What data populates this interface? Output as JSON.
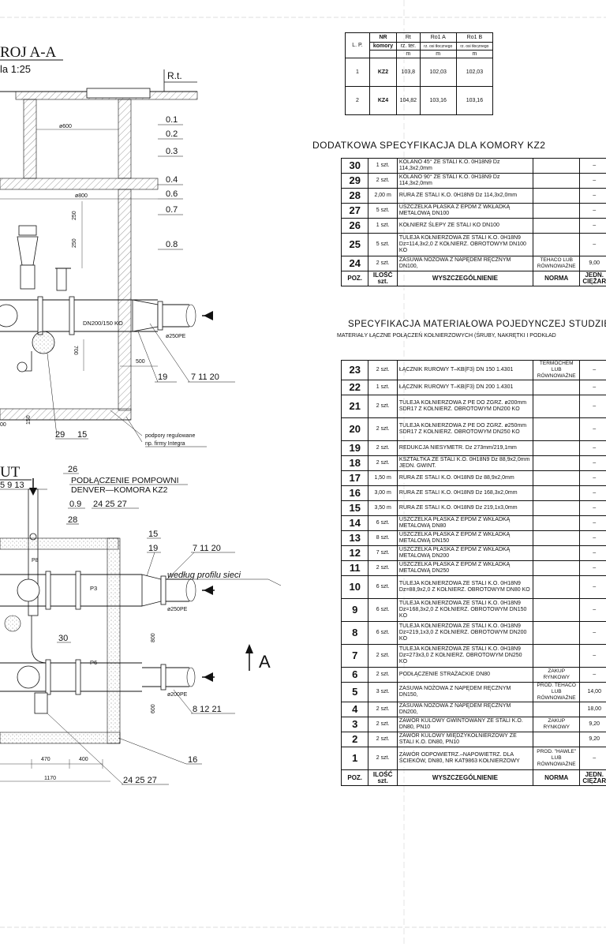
{
  "drawing": {
    "section_title": "ROJ A-A",
    "scale_label": "la 1:25",
    "rt_label": "R.t.",
    "plan_title": "UT",
    "section_mark": "A",
    "dim_d600": "ø600",
    "dim_d800": "ø800",
    "dim_250a": "250",
    "dim_250b": "250",
    "dim_500": "500",
    "dim_700": "700",
    "dim_150": "150",
    "dim_00": "00",
    "pipe_dn": "DN200/150 KO",
    "pe250": "ø250PE",
    "pe250b": "ø250PE",
    "pe200": "ø200PE",
    "dim_800": "800",
    "dim_600": "600",
    "dim_470": "470",
    "dim_400": "400",
    "dim_1170": "1170",
    "p3": "P3",
    "p6": "P6",
    "p8": "P8",
    "levels": [
      "0.1",
      "0.2",
      "0.3",
      "0.4",
      "0.6",
      "0.7",
      "0.8"
    ],
    "callouts": {
      "c19": "19",
      "c7_11_20": "7 11 20",
      "c29": "29",
      "c15": "15",
      "c26": "26",
      "c5_9_13": "5 9 13",
      "c09": "0.9",
      "c24_25_27": "24 25 27",
      "c28": "28",
      "c15b": "15",
      "c19b": "19",
      "c7_11_20b": "7 11 20",
      "c30": "30",
      "c8_12_21": "8 12 21",
      "c16": "16",
      "c24_25_27b": "24 25 27"
    },
    "supports_note": "podpory regulowane",
    "supports_note2": "np. firmy Integra",
    "pump_conn": "PODŁĄCZENIE POMPOWNI",
    "pump_conn2": "DENVER—KOMORA KZ2",
    "profile_note": "według profilu sieci"
  },
  "nr_table": {
    "h_lp": "L. P.",
    "h_nr": "NR",
    "h_nr2": "komory",
    "h_rt": "Rt",
    "h_rt2": "rz. ter.",
    "h_roa": "Ro1 A",
    "h_roa2": "rz. osi tłocznego",
    "h_rob": "Ro1 B",
    "h_rob2": "rz. osi tłocznego",
    "unit": "m",
    "rows": [
      {
        "lp": "1",
        "nr": "KZ2",
        "rt": "103,8",
        "a": "102,03",
        "b": "102,03"
      },
      {
        "lp": "2",
        "nr": "KZ4",
        "rt": "104,82",
        "a": "103,16",
        "b": "103,16"
      }
    ]
  },
  "spec1": {
    "title": "DODATKOWA SPECYFIKACJA DLA KOMORY KZ2",
    "rows": [
      {
        "pos": "30",
        "qty": "1 szt.",
        "desc": "KOLANO 45° ZE STALI K.O. 0H18N9 Dz 114,3x2,0mm",
        "norm": "",
        "wt": "–"
      },
      {
        "pos": "29",
        "qty": "2 szt.",
        "desc": "KOLANO 90° ZE STALI K.O. 0H18N9 Dz 114,3x2,0mm",
        "norm": "",
        "wt": "–"
      },
      {
        "pos": "28",
        "qty": "2,00 m",
        "desc": "RURA ZE STALI K.O. 0H18N9 Dz 114,3x2,0mm",
        "norm": "",
        "wt": "–"
      },
      {
        "pos": "27",
        "qty": "5 szt.",
        "desc": "USZCZELKA PŁASKA Z EPDM Z WKŁADKĄ METALOWĄ DN100",
        "norm": "",
        "wt": "–"
      },
      {
        "pos": "26",
        "qty": "1 szt.",
        "desc": "KOŁNIERZ ŚLEPY ZE STALI KO DN100",
        "norm": "",
        "wt": "–"
      },
      {
        "pos": "25",
        "qty": "5 szt.",
        "desc": "TULEJA KOŁNIERZOWA ZE STALI K.O. 0H18N9 Dz=114,3x2,0 Z KOŁNIERZ. OBROTOWYM DN100 KO",
        "norm": "",
        "wt": "–"
      },
      {
        "pos": "24",
        "qty": "2 szt.",
        "desc": "ZASUWA NOŻOWA Z NAPĘDEM RĘCZNYM DN100,",
        "norm": "TEHACO LUB RÓWNOWAŻNE",
        "wt": "9,00"
      }
    ],
    "footer": {
      "pos": "POZ.",
      "qty": "ILOŚĆ szt.",
      "desc": "WYSZCZEGÓLNIENIE",
      "norm": "NORMA",
      "wt": "JEDN. CIĘŻAR"
    }
  },
  "spec2": {
    "title": "SPECYFIKACJA MATERIAŁOWA POJEDYNCZEJ STUDZIE",
    "subtitle": "MATERIAŁY ŁĄCZNE POŁĄCZEŃ KOŁNIERZOWYCH (ŚRUBY, NAKRĘTKI I PODKŁAD",
    "rows": [
      {
        "pos": "23",
        "qty": "2 szt.",
        "desc": "ŁĄCZNIK RUROWY T–KB(F3) DN 150 1.4301",
        "norm": "TERMOCHEM LUB RÓWNOWAŻNE",
        "wt": "–"
      },
      {
        "pos": "22",
        "qty": "1 szt.",
        "desc": "ŁĄCZNIK RUROWY T–KB(F3) DN 200 1.4301",
        "norm": "",
        "wt": "–"
      },
      {
        "pos": "21",
        "qty": "2 szt.",
        "desc": "TULEJA KOŁNIERZOWA Z PE DO ZGRZ. ø200mm SDR17 Z KOŁNIERZ. OBROTOWYM DN200 KO",
        "norm": "",
        "wt": "–"
      },
      {
        "pos": "20",
        "qty": "2 szt.",
        "desc": "TULEJA KOŁNIERZOWA Z PE DO ZGRZ. ø250mm SDR17 Z KOŁNIERZ. OBROTOWYM DN250 KO",
        "norm": "",
        "wt": "–"
      },
      {
        "pos": "19",
        "qty": "2 szt.",
        "desc": "REDUKCJA NIESYMETR. Dz 273mm/219,1mm",
        "norm": "",
        "wt": "–"
      },
      {
        "pos": "18",
        "qty": "2 szt.",
        "desc": "KSZTAŁTKA ZE STALI K.O. 0H18N9 Dz 88,9x2,0mm JEDN. GWINT.",
        "norm": "",
        "wt": "–"
      },
      {
        "pos": "17",
        "qty": "1,50 m",
        "desc": "RURA ZE STALI K.O. 0H18N9 Dz 88,9x2,0mm",
        "norm": "",
        "wt": "–"
      },
      {
        "pos": "16",
        "qty": "3,00 m",
        "desc": "RURA ZE STALI K.O. 0H18N9 Dz 168,3x2,0mm",
        "norm": "",
        "wt": "–"
      },
      {
        "pos": "15",
        "qty": "3,50 m",
        "desc": "RURA ZE STALI K.O. 0H18N9 Dz 219,1x3,0mm",
        "norm": "",
        "wt": "–"
      },
      {
        "pos": "14",
        "qty": "6 szt.",
        "desc": "USZCZELKA PŁASKA Z EPDM Z WKŁADKĄ METALOWĄ DN80",
        "norm": "",
        "wt": "–"
      },
      {
        "pos": "13",
        "qty": "8 szt.",
        "desc": "USZCZELKA PŁASKA Z EPDM Z WKŁADKĄ METALOWĄ DN150",
        "norm": "",
        "wt": "–"
      },
      {
        "pos": "12",
        "qty": "7 szt.",
        "desc": "USZCZELKA PŁASKA Z EPDM Z WKŁADKĄ METALOWĄ DN200",
        "norm": "",
        "wt": "–"
      },
      {
        "pos": "11",
        "qty": "2 szt.",
        "desc": "USZCZELKA PŁASKA Z EPDM Z WKŁADKĄ METALOWĄ DN250",
        "norm": "",
        "wt": "–"
      },
      {
        "pos": "10",
        "qty": "6 szt.",
        "desc": "TULEJA KOŁNIERZOWA ZE STALI K.O. 0H18N9 Dz=88,9x2,0 Z KOŁNIERZ. OBROTOWYM DN80 KO",
        "norm": "",
        "wt": "–"
      },
      {
        "pos": "9",
        "qty": "6 szt.",
        "desc": "TULEJA KOŁNIERZOWA ZE STALI K.O. 0H18N9 Dz=168,3x2,0 Z KOŁNIERZ. OBROTOWYM DN150 KO",
        "norm": "",
        "wt": "–"
      },
      {
        "pos": "8",
        "qty": "6 szt.",
        "desc": "TULEJA KOŁNIERZOWA ZE STALI K.O. 0H18N9 Dz=219,1x3,0 Z KOŁNIERZ. OBROTOWYM DN200 KO",
        "norm": "",
        "wt": "–"
      },
      {
        "pos": "7",
        "qty": "2 szt.",
        "desc": "TULEJA KOŁNIERZOWA ZE STALI K.O. 0H18N9 Dz=273x3,0 Z KOŁNIERZ. OBROTOWYM DN250 KO",
        "norm": "",
        "wt": "–"
      },
      {
        "pos": "6",
        "qty": "2 szt.",
        "desc": "PODŁĄCZENIE STRAŻACKIE DN80",
        "norm": "ZAKUP RYNKOWY",
        "wt": "–"
      },
      {
        "pos": "5",
        "qty": "3 szt.",
        "desc": "ZASUWA NOŻOWA Z NAPĘDEM RĘCZNYM DN150,",
        "norm": "PROD. TEHACO LUB RÓWNOWAŻNE",
        "wt": "14,00"
      },
      {
        "pos": "4",
        "qty": "2 szt.",
        "desc": "ZASUWA NOŻOWA Z NAPĘDEM RĘCZNYM DN200,",
        "norm": "",
        "wt": "18,00"
      },
      {
        "pos": "3",
        "qty": "2 szt.",
        "desc": "ZAWÓR KULOWY GWINTOWANY ZE STALI K.O. DN80, PN10",
        "norm": "ZAKUP RYNKOWY",
        "wt": "9,20"
      },
      {
        "pos": "2",
        "qty": "2 szt.",
        "desc": "ZAWÓR KULOWY MIĘDZYKOŁNIERZOWY ZE STALI K.O. DN80, PN10",
        "norm": "",
        "wt": "9,20"
      },
      {
        "pos": "1",
        "qty": "2 szt.",
        "desc": "ZAWÓR ODPOWIETRZ.–NAPOWIETRZ. DLA ŚCIEKÓW, DN80, NR KAT9863 KOŁNIERZOWY",
        "norm": "PROD. \"HAWLE\" LUB RÓWNOWAŻNE",
        "wt": "–"
      }
    ],
    "footer": {
      "pos": "POZ.",
      "qty": "ILOŚĆ szt.",
      "desc": "WYSZCZEGÓLNIENIE",
      "norm": "NORMA",
      "wt": "JEDN. CIĘŻAR"
    }
  }
}
